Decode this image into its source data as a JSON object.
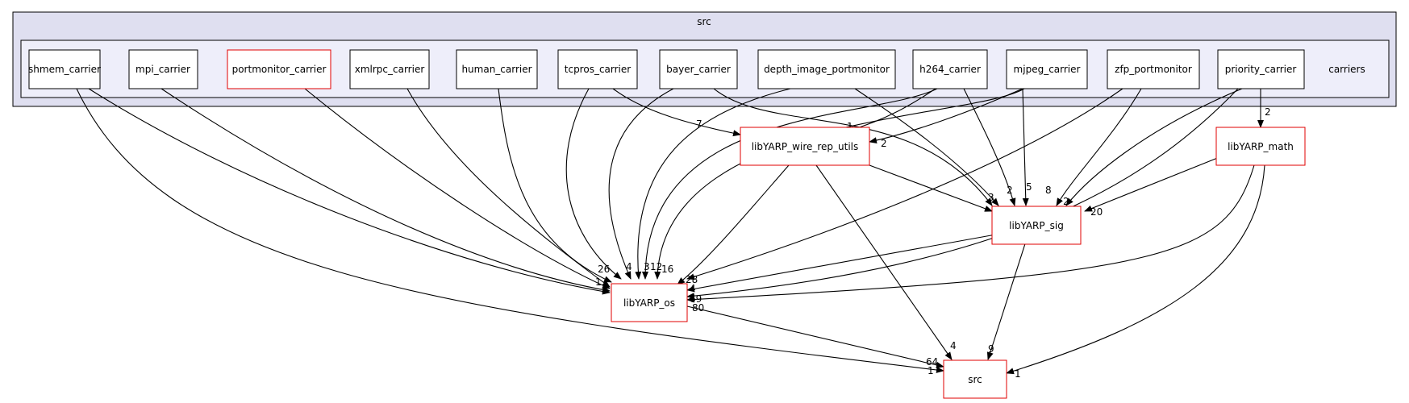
{
  "outer_cluster": {
    "label": "src"
  },
  "inner_cluster": {
    "label": "carriers"
  },
  "colors": {
    "outer_bg": "#dfdff0",
    "inner_bg": "#eeeefa",
    "node_border": "#000000",
    "ext_border": "#e00000"
  },
  "nodes": {
    "shmem": "shmem_carrier",
    "mpi": "mpi_carrier",
    "portmonitor": "portmonitor_carrier",
    "xmlrpc": "xmlrpc_carrier",
    "human": "human_carrier",
    "tcpros": "tcpros_carrier",
    "bayer": "bayer_carrier",
    "depth": "depth_image_portmonitor",
    "h264": "h264_carrier",
    "mjpeg": "mjpeg_carrier",
    "zfp": "zfp_portmonitor",
    "priority": "priority_carrier",
    "wire": "libYARP_wire_rep_utils",
    "sig": "libYARP_sig",
    "math": "libYARP_math",
    "os": "libYARP_os",
    "src": "src"
  },
  "edge_labels": {
    "to_os_left": "26",
    "to_os_stack": "1",
    "bayer_os": "4",
    "wire_in_7": "7",
    "to_os_mid": "3",
    "to_os_12": "12",
    "to_os_16": "16",
    "wire_in_1": "1",
    "wire_in_2": "2",
    "math_in_2": "2",
    "sig_in_32": "3",
    "sig_in_2a": "2",
    "sig_in_5": "5",
    "sig_in_8": "8",
    "sig_in_2b": "2",
    "sig_in_20": "20",
    "os_in_28": "28",
    "os_in_4": "4",
    "os_in_69": "69",
    "os_in_80": "80",
    "src_in_4": "4",
    "src_in_9": "9",
    "src_in_64": "64",
    "src_in_11": "1",
    "src_in_1": "1"
  }
}
